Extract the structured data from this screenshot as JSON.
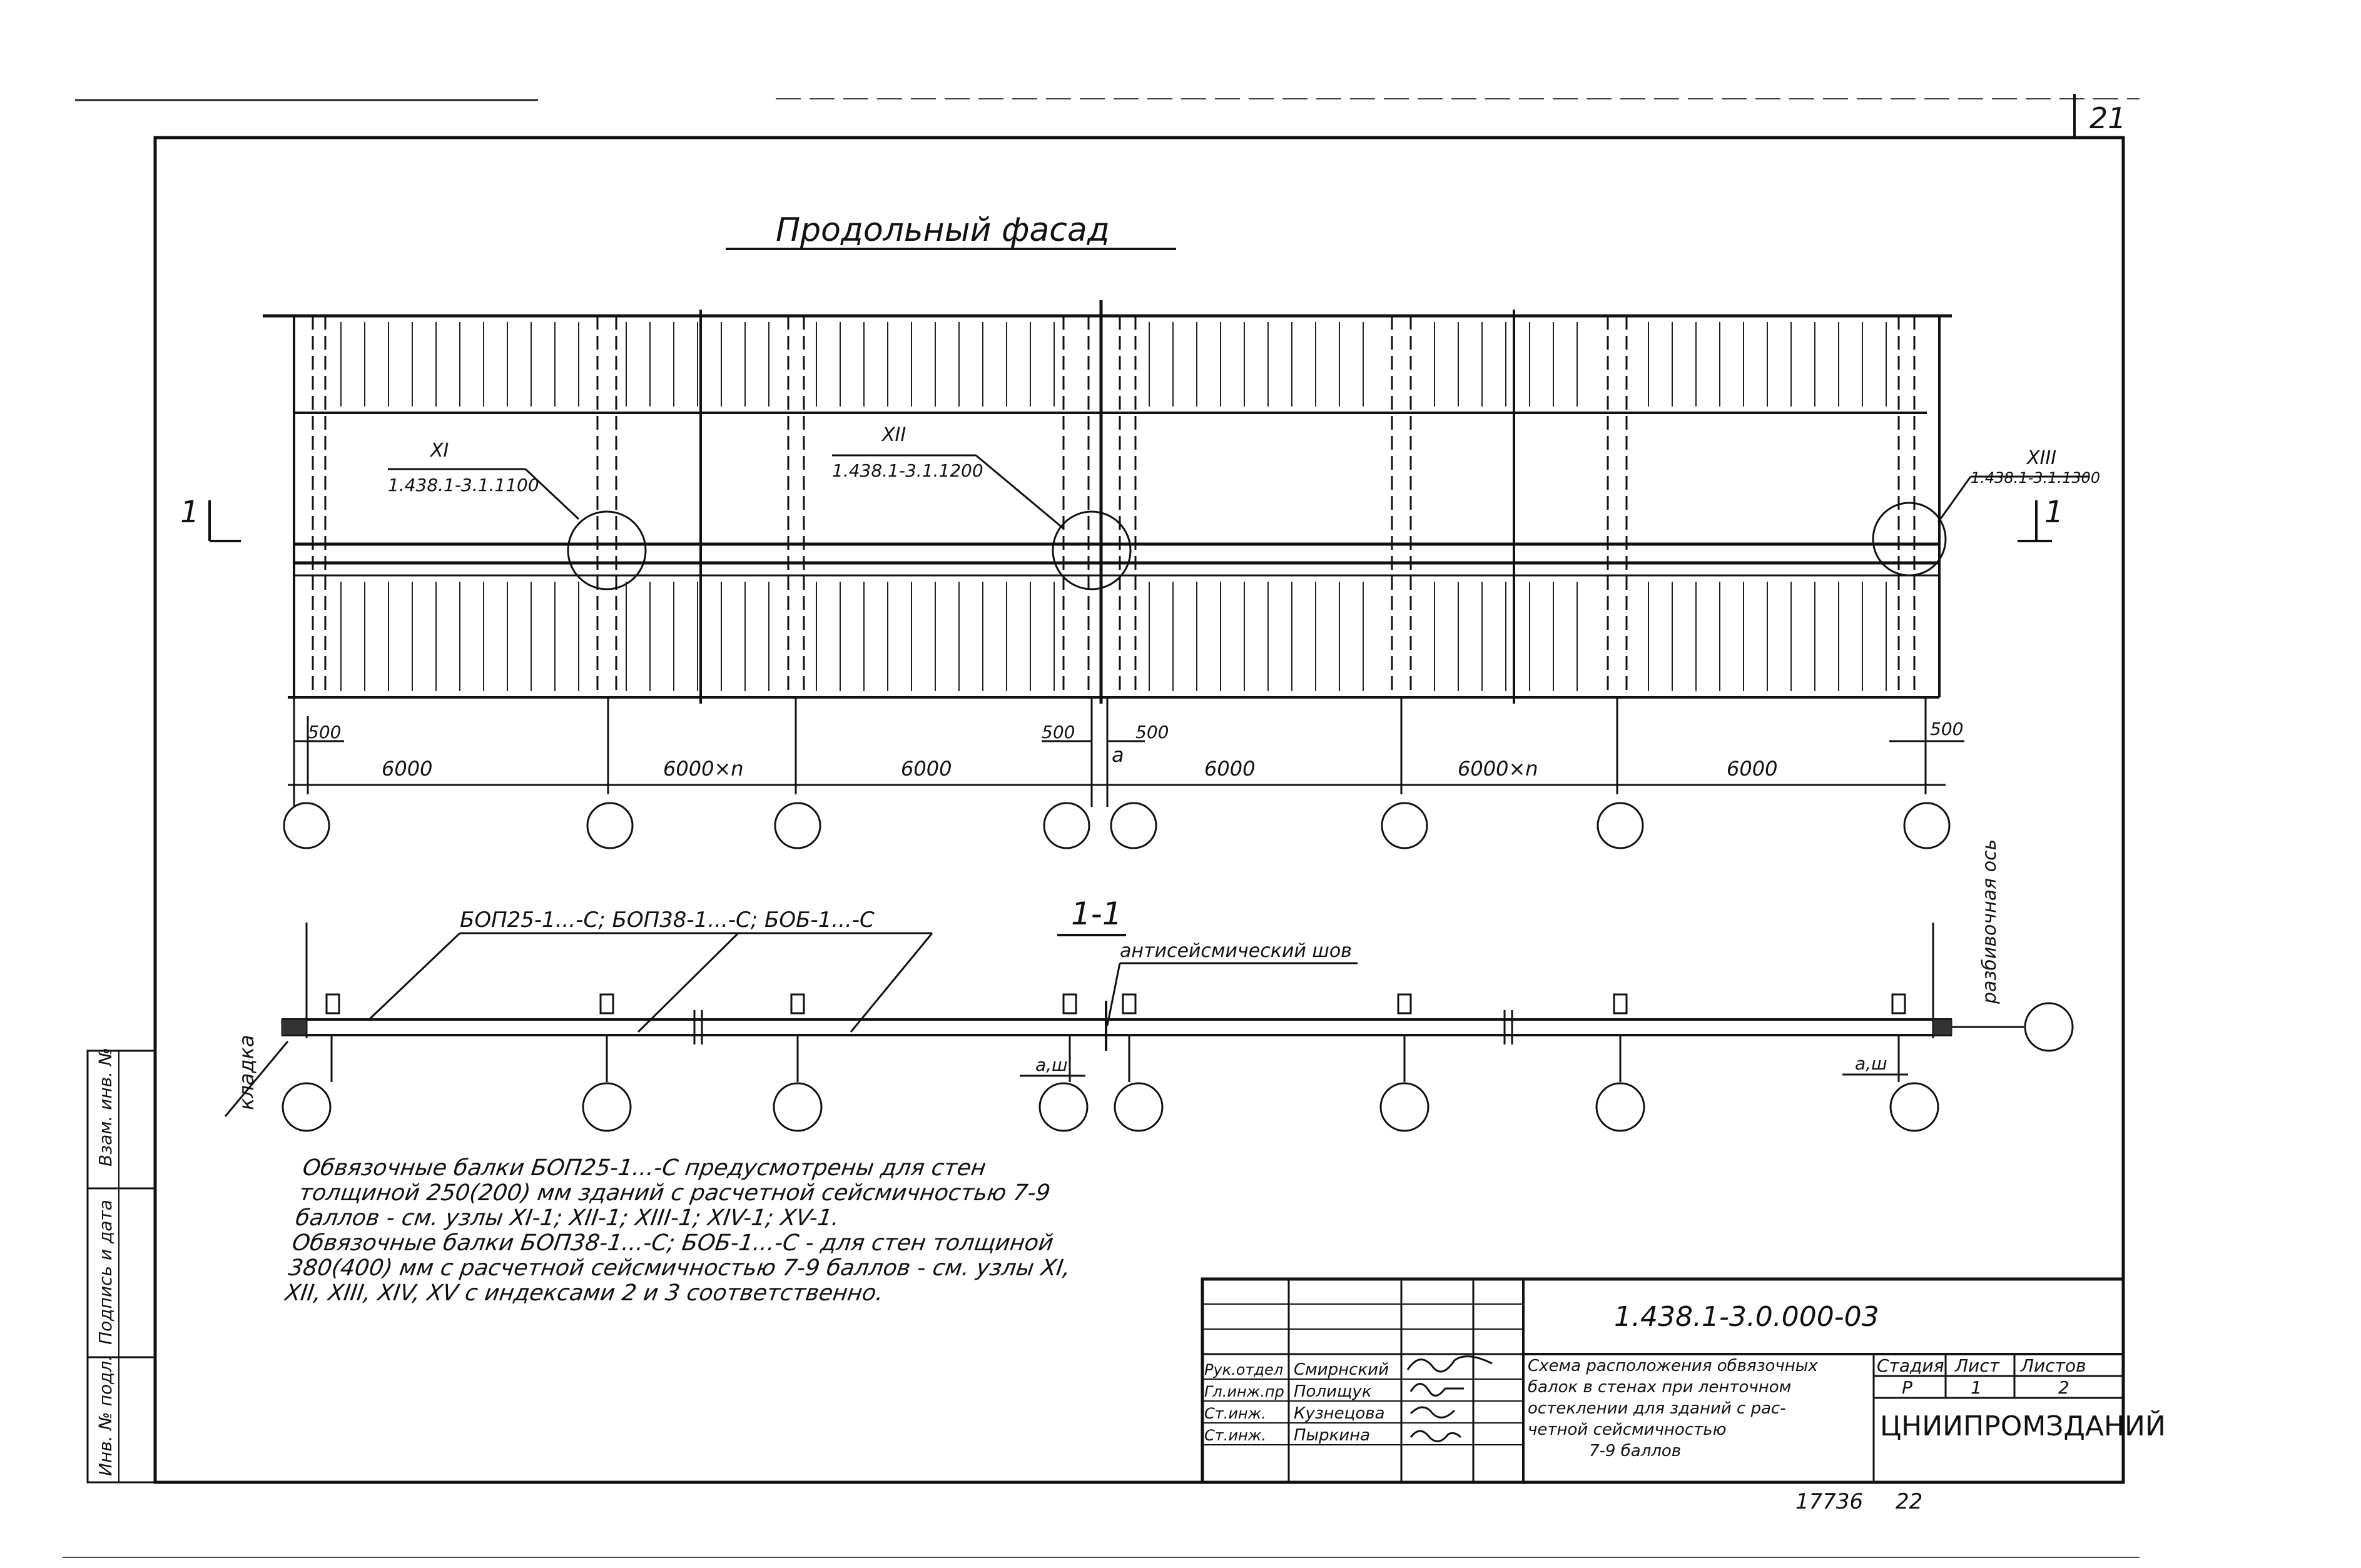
{
  "sheet_number": "21",
  "title": "Продольный фасад",
  "section_label": "1-1",
  "section_marks": [
    "1",
    "1"
  ],
  "callouts": [
    {
      "node": "XI",
      "ref": "1.438.1-3.1.1100"
    },
    {
      "node": "XII",
      "ref": "1.438.1-3.1.1200"
    },
    {
      "node": "XIII",
      "ref": "1.438.1-3.1.1300"
    }
  ],
  "dimensions": {
    "spans": [
      "6000",
      "6000×n",
      "6000",
      "6000",
      "6000×n",
      "6000"
    ],
    "offsets": [
      "500",
      "500",
      "500",
      "500"
    ],
    "gap": "a"
  },
  "section_labels": {
    "beams": "БОП25-1...-С; БОП38-1...-С; БОБ-1...-С",
    "joint": "антисейсмический шов",
    "masonry": "кладка",
    "axis": "разбивочная ось",
    "marker": "а,ш"
  },
  "notes": [
    "Обвязочные балки БОП25-1...-С предусмотрены для стен толщиной 250(200) мм зданий с расчетной сейсмичностью 7-9 баллов - см. узлы XI-1; XII-1; XIII-1; XIV-1; XV-1.",
    "Обвязочные балки БОП38-1...-С; БОБ-1...-С - для стен толщиной 380(400) мм с расчетной сейсмичностью 7-9 баллов - см. узлы XI, XII, XIII, XIV, XV с индексами 2 и 3 соответственно."
  ],
  "stamp": {
    "code": "1.438.1-3.0.000-03",
    "description": "Схема расположения обвязочных балок в стенах при ленточном остеклении для зданий с расчетной сейсмичностью 7-9 баллов",
    "headers": [
      "Стадия",
      "Лист",
      "Листов"
    ],
    "values": [
      "Р",
      "1",
      "2"
    ],
    "organization": "ЦНИИПРОМЗДАНИЙ",
    "people": [
      {
        "role": "Рук.отдел",
        "name": "Смирнский"
      },
      {
        "role": "Гл.инж.пр",
        "name": "Полищук"
      },
      {
        "role": "Ст.инж.",
        "name": "Кузнецова"
      },
      {
        "role": "Ст.инж.",
        "name": "Пыркина"
      }
    ]
  },
  "footer": {
    "left": "17736",
    "right": "22"
  },
  "side_stamp": [
    "Взам. инв. №",
    "Подпись и дата",
    "Инв. № подл."
  ]
}
